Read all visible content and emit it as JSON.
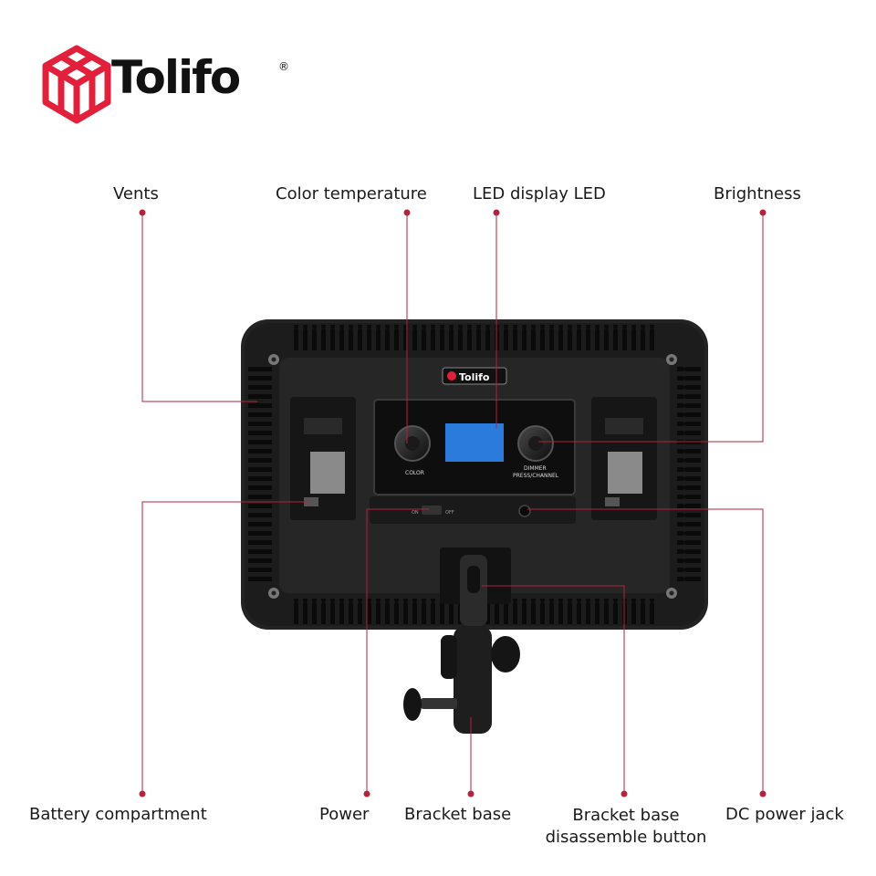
{
  "brand": {
    "name": "Tolifo",
    "registered_mark": "®",
    "accent_color": "#e3203b",
    "panel_badge": "Tolifo"
  },
  "panel": {
    "knob_left_label": "COLOR",
    "knob_right_label_line1": "DIMMER",
    "knob_right_label_line2": "PRESS/CHANNEL",
    "switch_on": "ON",
    "switch_off": "OFF",
    "display_color": "#2a7bdc"
  },
  "callouts": {
    "vents": "Vents",
    "color_temperature": "Color temperature",
    "led_display": "LED display LED",
    "brightness": "Brightness",
    "battery_compartment": "Battery compartment",
    "power": "Power",
    "bracket_base": "Bracket base",
    "bracket_disassemble_line1": "Bracket base",
    "bracket_disassemble_line2": "disassemble button",
    "dc_power_jack": "DC power jack"
  }
}
